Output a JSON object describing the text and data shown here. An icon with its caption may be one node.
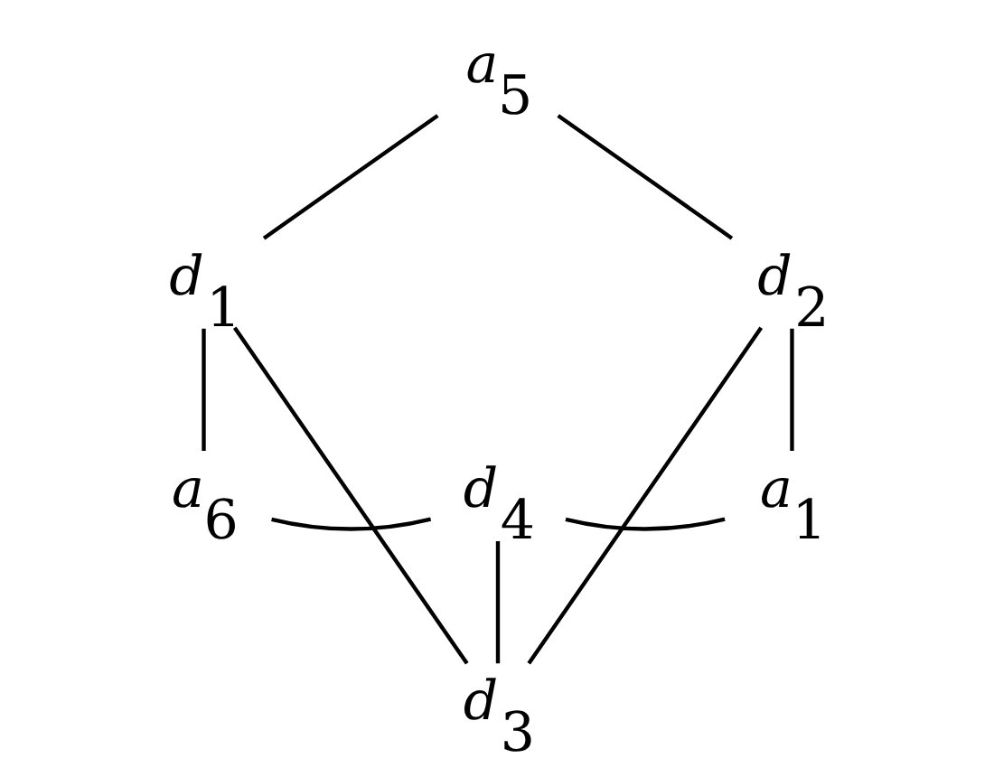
{
  "diagram": {
    "nodes": [
      {
        "text": [
          "a$_{5}$"
        ]
      },
      {
        "text": [
          "d$_{1}$"
        ]
      },
      {
        "text": [
          "d$_{2}$"
        ]
      },
      {
        "text": [
          "d$_{3}$"
        ]
      },
      {
        "text": [
          "a$_{6}$"
        ]
      },
      {
        "text": [
          "a$_{1}$"
        ]
      },
      {
        "text": [
          "d$_{4}$"
        ]
      }
    ],
    "edges": [
      {
        "from": 0,
        "to": 1,
        "arrow": "none"
      },
      {
        "from": 1,
        "to": 4,
        "arrow": "none"
      },
      {
        "from": 0,
        "to": 2,
        "arrow": "none"
      },
      {
        "from": 2,
        "to": 5,
        "arrow": "none"
      },
      {
        "from": 4,
        "to": 6,
        "arrow": "none"
      },
      {
        "from": 6,
        "to": 5,
        "arrow": "none"
      },
      {
        "from": 1,
        "to": 3,
        "arrow": "none"
      },
      {
        "from": 6,
        "to": 3,
        "arrow": "none"
      },
      {
        "from": 3,
        "to": 2,
        "arrow": "none"
      }
    ]
  }
}
